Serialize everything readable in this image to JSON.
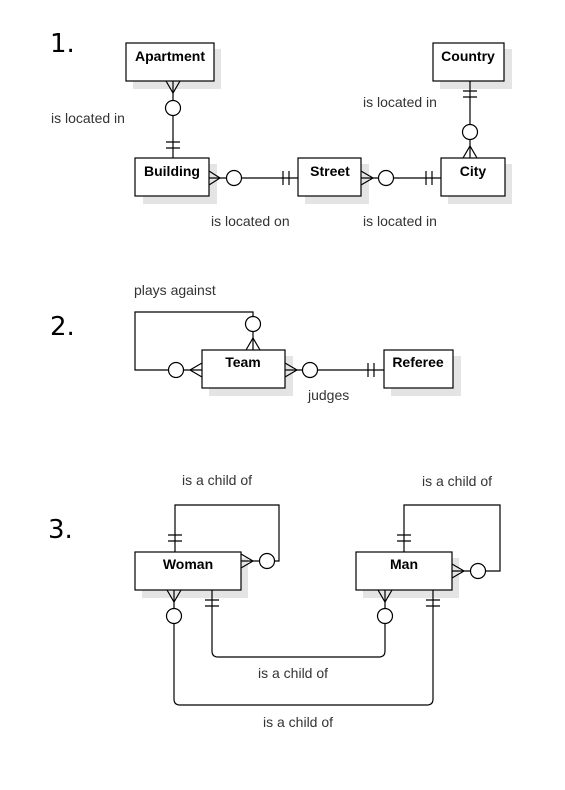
{
  "diagrams": [
    {
      "number": "1.",
      "entities": [
        "Apartment",
        "Building",
        "Street",
        "City",
        "Country"
      ],
      "relations": [
        "is located in",
        "is located on",
        "is located in",
        "is located in"
      ]
    },
    {
      "number": "2.",
      "entities": [
        "Team",
        "Referee"
      ],
      "relations": [
        "plays against",
        "judges"
      ]
    },
    {
      "number": "3.",
      "entities": [
        "Woman",
        "Man"
      ],
      "relations": [
        "is a child of",
        "is a child of",
        "is a child of",
        "is a child of"
      ]
    }
  ]
}
